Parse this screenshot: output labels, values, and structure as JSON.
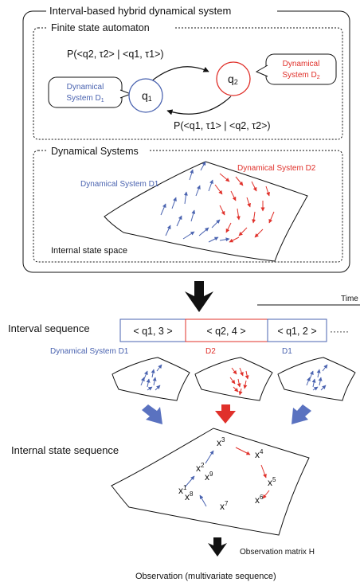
{
  "system": {
    "title": "Interval-based hybrid dynamical system",
    "fsa": {
      "title": "Finite state automaton",
      "states": [
        {
          "name": "q",
          "sub": "1",
          "color": "#4a63b0"
        },
        {
          "name": "q",
          "sub": "2",
          "color": "#e0302a"
        }
      ],
      "callouts": [
        {
          "line1": "Dynamical",
          "line2_main": "System D",
          "line2_sub": "1",
          "color": "#4a63b0"
        },
        {
          "line1": "Dynamical",
          "line2_main": "System D",
          "line2_sub": "2",
          "color": "#e0302a"
        }
      ],
      "transitions": [
        {
          "text": "P(<q2, τ2> | <q1, τ1>)"
        },
        {
          "text": "P(<q1, τ1> | <q2, τ2>)"
        }
      ]
    },
    "ds": {
      "title": "Dynamical Systems",
      "label_d1": "Dynamical System D1",
      "label_d2": "Dynamical System D2",
      "space_label": "Internal state space"
    }
  },
  "timeline": {
    "time_label": "Time",
    "interval_label": "Interval sequence",
    "intervals": [
      {
        "text": "< q1,  3 >",
        "color": "#4a63b0"
      },
      {
        "text": "< q2,  4 >",
        "color": "#e0302a"
      },
      {
        "text": "< q1,  2 >",
        "color": "#4a63b0"
      }
    ],
    "ellipsis": "······",
    "below_labels": [
      {
        "text": "Dynamical System D1",
        "color": "#4a63b0"
      },
      {
        "text": "D2",
        "color": "#e0302a"
      },
      {
        "text": "D1",
        "color": "#4a63b0"
      }
    ]
  },
  "state_sequence": {
    "label": "Internal state sequence",
    "points": [
      {
        "main": "x",
        "sub": "1"
      },
      {
        "main": "x",
        "sub": "2"
      },
      {
        "main": "x",
        "sub": "3"
      },
      {
        "main": "x",
        "sub": "4"
      },
      {
        "main": "x",
        "sub": "5"
      },
      {
        "main": "x",
        "sub": "6"
      },
      {
        "main": "x",
        "sub": "7"
      },
      {
        "main": "x",
        "sub": "8"
      },
      {
        "main": "x",
        "sub": "9"
      }
    ]
  },
  "observation": {
    "matrix_label": "Observation matrix H",
    "output_label": "Observation (multivariate sequence)"
  },
  "colors": {
    "blue": "#4a63b0",
    "red": "#e0302a",
    "black": "#111111"
  }
}
